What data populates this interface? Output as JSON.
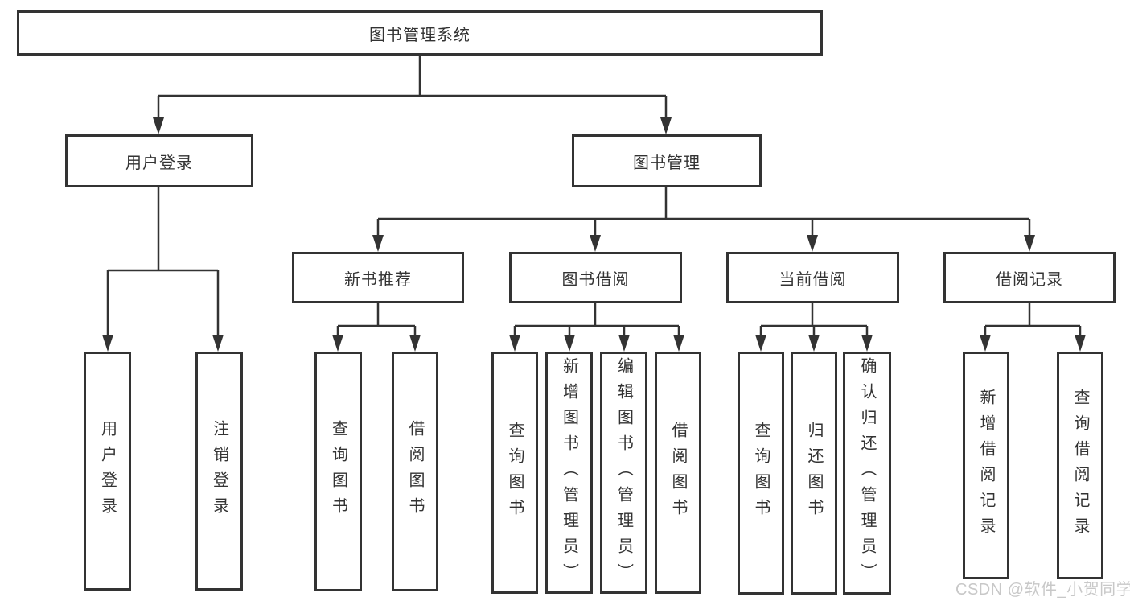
{
  "diagram": {
    "type": "hierarchy-tree",
    "background_color": "#ffffff",
    "line_color": "#333333",
    "text_color": "#333333",
    "watermark_color": "#c8c8c8"
  },
  "root": {
    "label": "图书管理系统"
  },
  "branches": [
    {
      "label": "用户登录",
      "children": [
        {
          "label": "用户登录"
        },
        {
          "label": "注销登录"
        }
      ]
    },
    {
      "label": "图书管理",
      "children": [
        {
          "label": "新书推荐",
          "children": [
            {
              "label": "查询图书"
            },
            {
              "label": "借阅图书"
            }
          ]
        },
        {
          "label": "图书借阅",
          "children": [
            {
              "label": "查询图书"
            },
            {
              "label": "新增图书（管理员）"
            },
            {
              "label": "编辑图书（管理员）"
            },
            {
              "label": "借阅图书"
            }
          ]
        },
        {
          "label": "当前借阅",
          "children": [
            {
              "label": "查询图书"
            },
            {
              "label": "归还图书"
            },
            {
              "label": "确认归还（管理员）"
            }
          ]
        },
        {
          "label": "借阅记录",
          "children": [
            {
              "label": "新增借阅记录"
            },
            {
              "label": "查询借阅记录"
            }
          ]
        }
      ]
    }
  ],
  "watermark": {
    "text": "CSDN @软件_小贺同学"
  }
}
